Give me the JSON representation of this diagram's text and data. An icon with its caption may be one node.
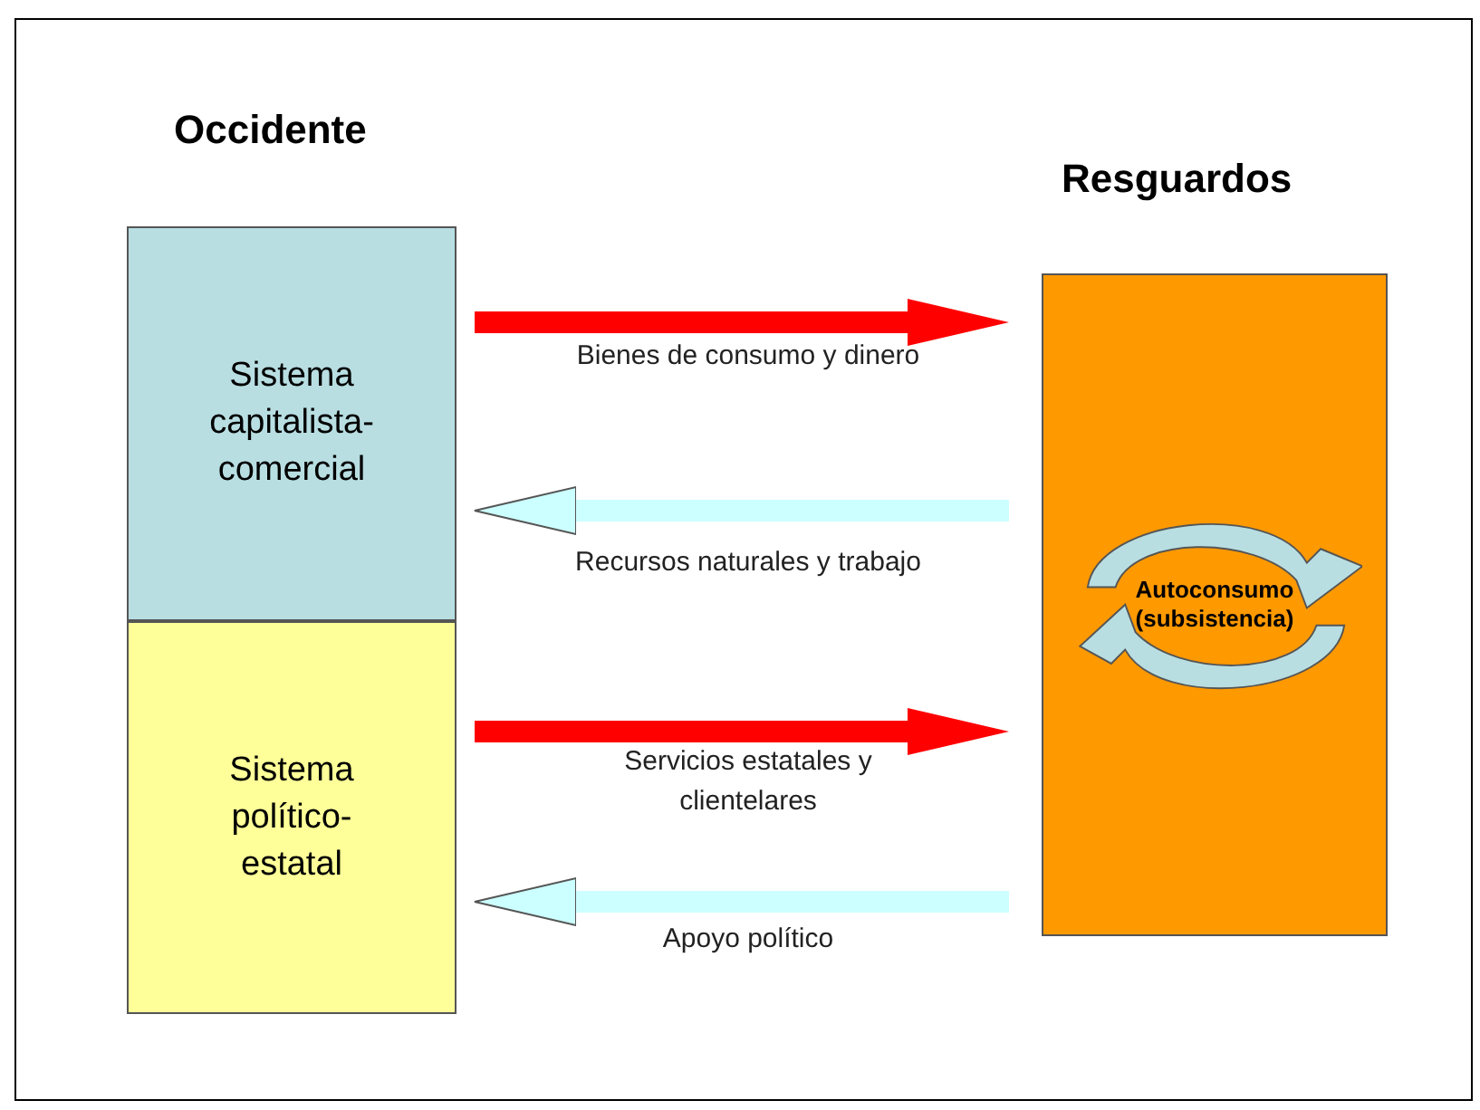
{
  "diagram": {
    "nodes": [
      {
        "text": [
          "Sistema capitalista-comercial"
        ]
      },
      {
        "text": [
          "Sistema político-estatal"
        ]
      },
      {
        "text": [
          "Autoconsumo (subsistencia)"
        ],
        "beside": [
          "Resguardos"
        ]
      }
    ],
    "edges": [
      {
        "from": 0,
        "to": 2,
        "arrow": "to",
        "label": "Bienes de consumo y dinero",
        "color": "#ff0000"
      },
      {
        "from": 2,
        "to": 0,
        "arrow": "to",
        "label": "Recursos naturales y trabajo",
        "color": "#ccffff"
      },
      {
        "from": 1,
        "to": 2,
        "arrow": "to",
        "label": "Servicios estatales y clientelares",
        "color": "#ff0000"
      },
      {
        "from": 2,
        "to": 1,
        "arrow": "to",
        "label": "Apoyo político",
        "color": "#ccffff"
      }
    ],
    "labels": [
      "Occidente"
    ]
  }
}
